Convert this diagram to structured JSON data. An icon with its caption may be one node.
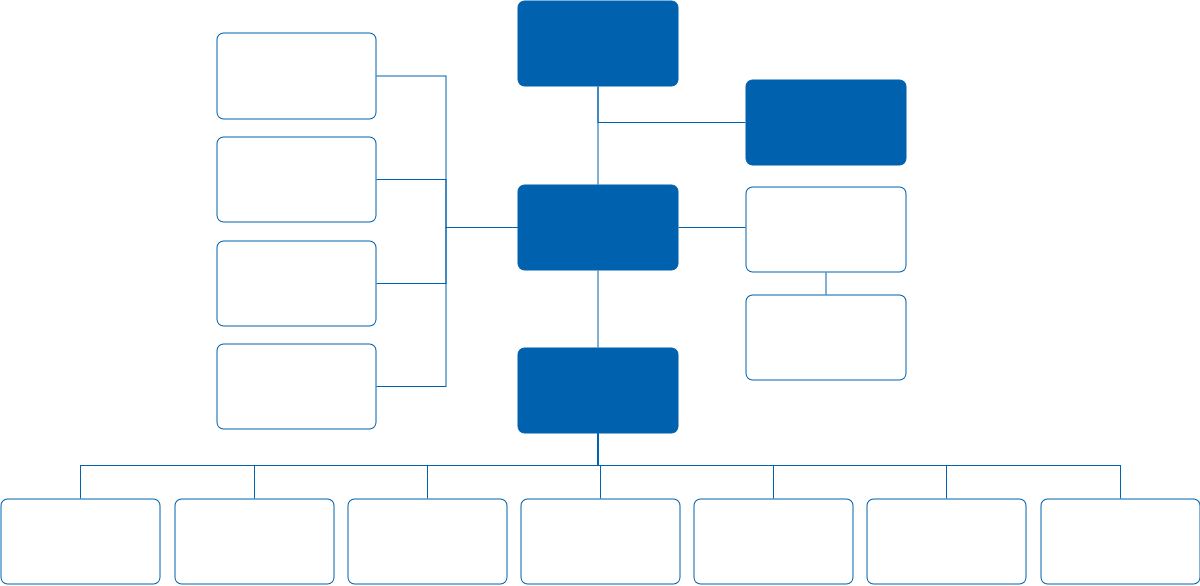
{
  "diagram": {
    "nodes": [
      {
        "text": [],
        "shape": "box"
      },
      {
        "text": [],
        "shape": "box"
      },
      {
        "text": [],
        "shape": "box"
      },
      {
        "text": [],
        "shape": "box"
      },
      {
        "text": [],
        "shape": "box"
      },
      {
        "text": [],
        "shape": "box"
      },
      {
        "text": [],
        "shape": "box"
      },
      {
        "text": [],
        "shape": "box"
      },
      {
        "text": [],
        "shape": "box"
      },
      {
        "text": [],
        "shape": "box"
      },
      {
        "text": [],
        "shape": "box"
      },
      {
        "text": [],
        "shape": "box"
      },
      {
        "text": [],
        "shape": "box"
      },
      {
        "text": [],
        "shape": "box"
      },
      {
        "text": [],
        "shape": "box"
      },
      {
        "text": [],
        "shape": "box"
      },
      {
        "text": [],
        "shape": "box"
      }
    ],
    "edges": [
      {
        "from": 0,
        "to": 4,
        "arrow": "none"
      },
      {
        "from": 0,
        "to": 2,
        "arrow": "none"
      },
      {
        "from": 4,
        "to": 1,
        "arrow": "none"
      },
      {
        "from": 4,
        "to": 3,
        "arrow": "none"
      },
      {
        "from": 4,
        "to": 6,
        "arrow": "none"
      },
      {
        "from": 4,
        "to": 8,
        "arrow": "none"
      },
      {
        "from": 4,
        "to": 5,
        "arrow": "none"
      },
      {
        "from": 5,
        "to": 7,
        "arrow": "none"
      },
      {
        "from": 4,
        "to": 9,
        "arrow": "none"
      },
      {
        "from": 9,
        "to": 10,
        "arrow": "none"
      },
      {
        "from": 9,
        "to": 11,
        "arrow": "none"
      },
      {
        "from": 9,
        "to": 12,
        "arrow": "none"
      },
      {
        "from": 9,
        "to": 13,
        "arrow": "none"
      },
      {
        "from": 9,
        "to": 14,
        "arrow": "none"
      },
      {
        "from": 9,
        "to": 15,
        "arrow": "none"
      },
      {
        "from": 9,
        "to": 16,
        "arrow": "none"
      }
    ]
  }
}
